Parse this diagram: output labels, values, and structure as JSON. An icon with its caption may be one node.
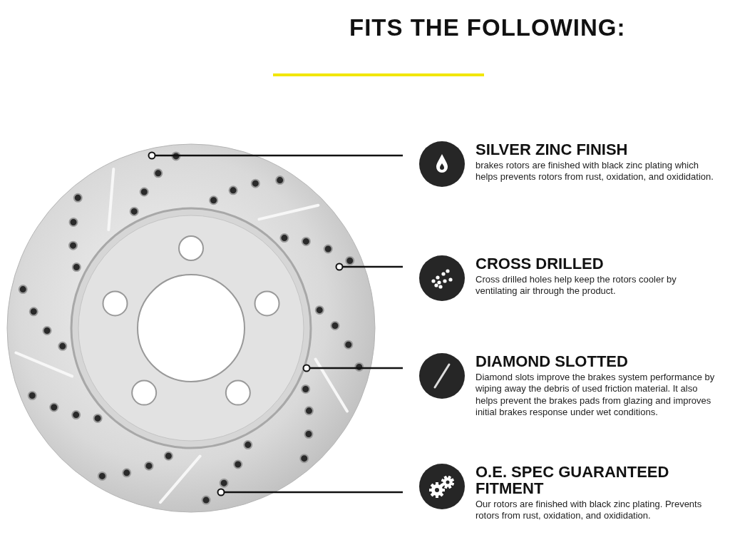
{
  "diagram": {
    "title": "FITS THE FOLLOWING:",
    "nodes": [
      {
        "text": [
          "SILVER ZINC FINISH",
          "brakes rotors are finished with black zinc plating which helps prevents rotors from rust, oxidation, and oxididation."
        ]
      },
      {
        "text": [
          "CROSS DRILLED",
          "Cross drilled holes help keep the rotors cooler by ventilating air through the product."
        ]
      },
      {
        "text": [
          "DIAMOND SLOTTED",
          "Diamond slots improve the brakes system performance by wiping away the debris of used friction material. It also helps prevent the brakes pads from glazing and improves initial brakes response under wet conditions."
        ]
      },
      {
        "text": [
          "O.E. SPEC GUARANTEED FITMENT",
          "Our rotors are finished with black zinc plating. Prevents rotors from rust, oxidation, and oxididation."
        ]
      }
    ],
    "edges": [
      {
        "from": 0,
        "to": null,
        "arrow": "other"
      },
      {
        "from": 1,
        "to": null,
        "arrow": "other"
      },
      {
        "from": 2,
        "to": null,
        "arrow": "other"
      },
      {
        "from": 3,
        "to": null,
        "arrow": "other"
      }
    ]
  }
}
